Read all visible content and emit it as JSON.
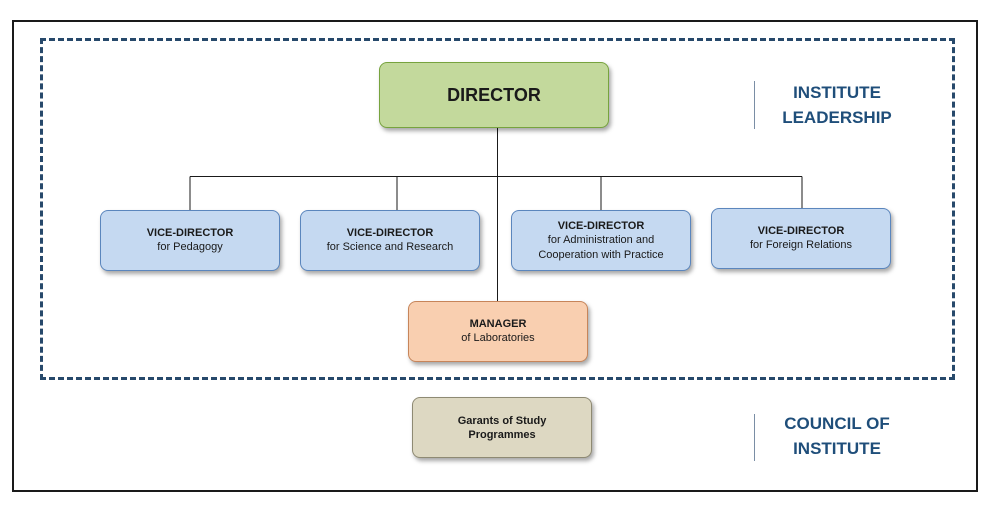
{
  "director": {
    "title": "DIRECTOR"
  },
  "vice_directors": [
    {
      "title": "VICE-DIRECTOR",
      "subtitle": "for Pedagogy"
    },
    {
      "title": "VICE-DIRECTOR",
      "subtitle": "for Science and Research"
    },
    {
      "title": "VICE-DIRECTOR",
      "subtitle": "for Administration and Cooperation with Practice"
    },
    {
      "title": "VICE-DIRECTOR",
      "subtitle": "for Foreign Relations"
    }
  ],
  "manager": {
    "title": "MANAGER",
    "subtitle": "of Laboratories"
  },
  "garants": {
    "title": "Garants of  Study Programmes"
  },
  "labels": {
    "leadership": "INSTITUTE LEADERSHIP",
    "council": "COUNCIL OF INSTITUTE"
  },
  "colors": {
    "director_fill": "#c3d99c",
    "vice_fill": "#c5d9f1",
    "manager_fill": "#f9cfb0",
    "garants_fill": "#ddd8c2",
    "label_text": "#1f4e7a",
    "dashed_border": "#27496b"
  }
}
